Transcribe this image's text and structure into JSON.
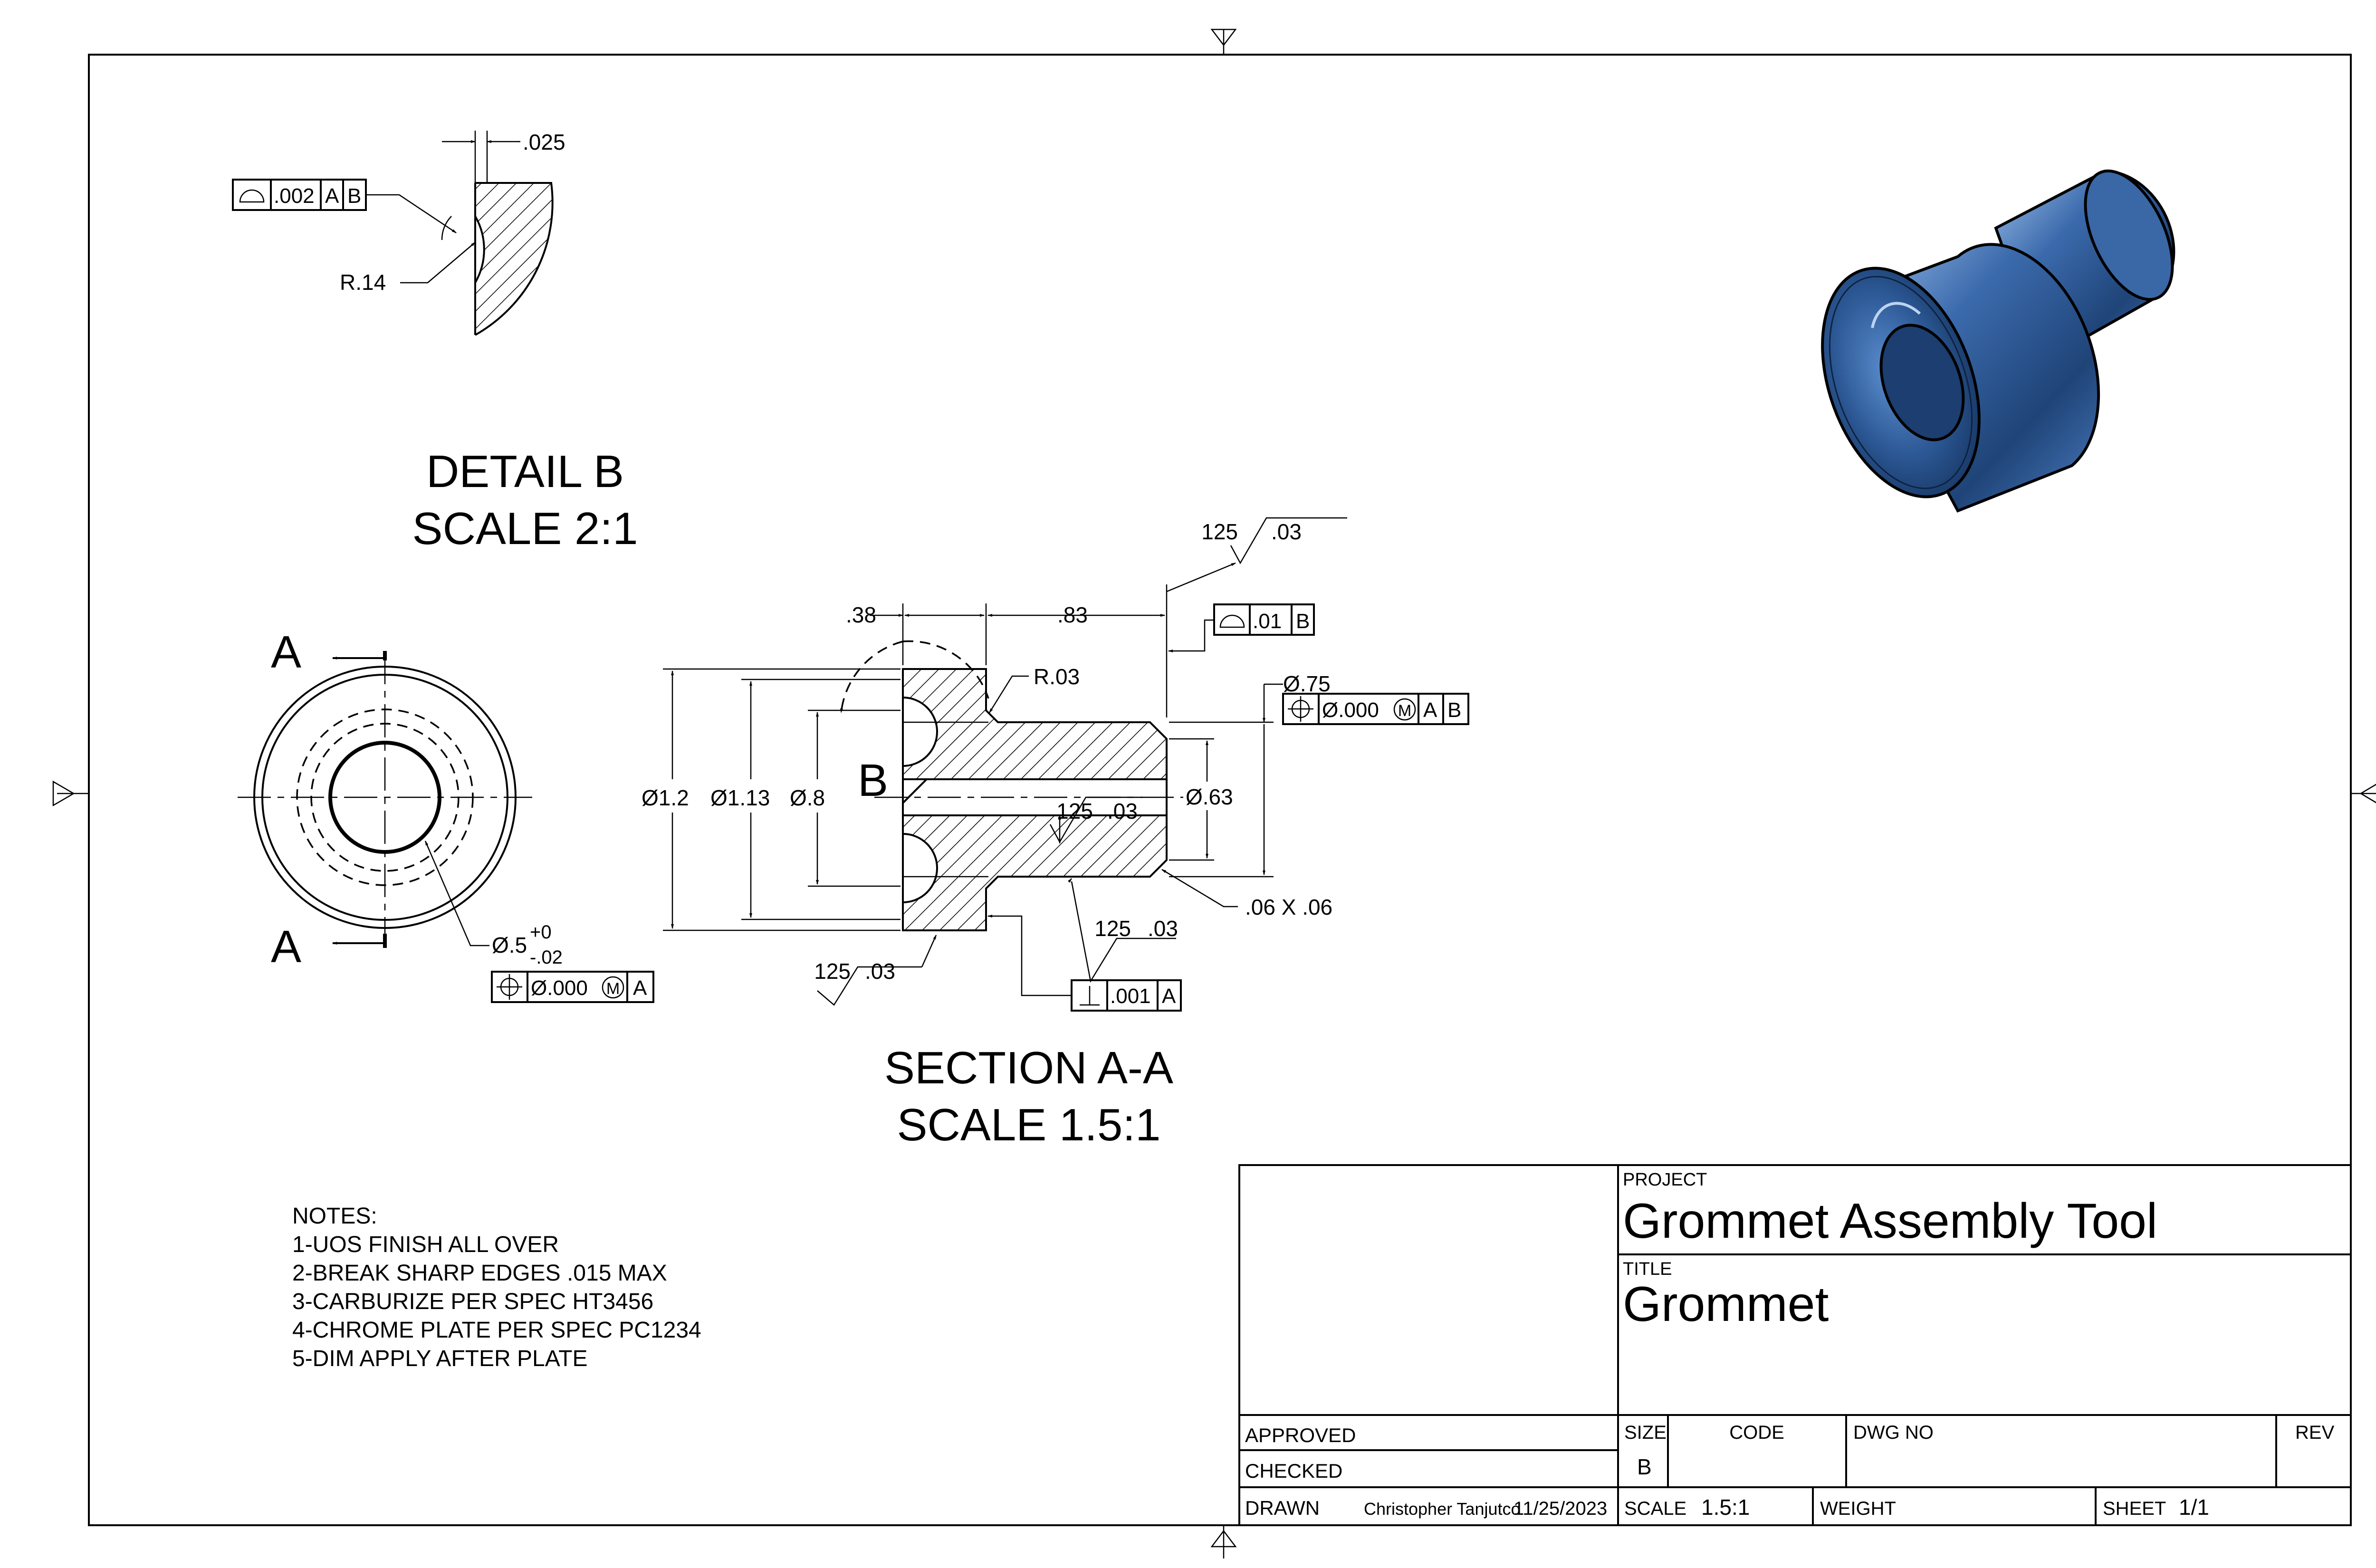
{
  "detail_b": {
    "title": "DETAIL B",
    "scale": "SCALE 2:1",
    "dim_width": ".025",
    "dim_radius": "R.14",
    "fcf": {
      "tol": ".002",
      "datum1": "A",
      "datum2": "B"
    }
  },
  "end_view": {
    "label_a_top": "A",
    "label_a_bottom": "A",
    "dim_bore": "Ø.5",
    "dim_bore_upper": "+0",
    "dim_bore_lower": "-.02",
    "fcf": {
      "tol": "Ø.000",
      "mod": "M",
      "datum1": "A"
    }
  },
  "section": {
    "title": "SECTION A-A",
    "scale": "SCALE 1.5:1",
    "label_b": "B",
    "dim_38": ".38",
    "dim_83": ".83",
    "dim_r03": "R.03",
    "dim_d12": "Ø1.2",
    "dim_d113": "Ø1.13",
    "dim_d8": "Ø.8",
    "dim_d75": "Ø.75",
    "dim_d63": "Ø.63",
    "dim_chamfer": ".06 X .06",
    "finish_top_a": "125",
    "finish_top_b": ".03",
    "finish_bore_a": "125",
    "finish_bore_b": ".03",
    "finish_od_a": "125",
    "finish_od_b": ".03",
    "finish_face_a": "125",
    "finish_face_b": ".03",
    "fcf_profile": {
      "tol": ".01",
      "datum1": "B"
    },
    "fcf_position": {
      "tol": "Ø.000",
      "mod": "M",
      "datum1": "A",
      "datum2": "B"
    },
    "fcf_perp": {
      "tol": ".001",
      "datum1": "A"
    }
  },
  "notes": {
    "heading": "NOTES:",
    "items": [
      "1-UOS FINISH ALL OVER",
      "2-BREAK SHARP EDGES .015 MAX",
      "3-CARBURIZE PER SPEC HT3456",
      "4-CHROME PLATE PER SPEC PC1234",
      "5-DIM APPLY AFTER PLATE"
    ]
  },
  "title_block": {
    "project_label": "PROJECT",
    "project": "Grommet Assembly Tool",
    "title_label": "TITLE",
    "title": "Grommet",
    "approved_label": "APPROVED",
    "checked_label": "CHECKED",
    "drawn_label": "DRAWN",
    "drawn_by": "Christopher Tanjutco",
    "drawn_date": "11/25/2023",
    "size_label": "SIZE",
    "size": "B",
    "code_label": "CODE",
    "dwg_no_label": "DWG NO",
    "rev_label": "REV",
    "scale_label": "SCALE",
    "scale": "1.5:1",
    "weight_label": "WEIGHT",
    "sheet_label": "SHEET",
    "sheet": "1/1"
  },
  "colors": {
    "part_shade": "#2f5d9c",
    "part_dark": "#18355f",
    "part_light": "#7fa6d6"
  }
}
